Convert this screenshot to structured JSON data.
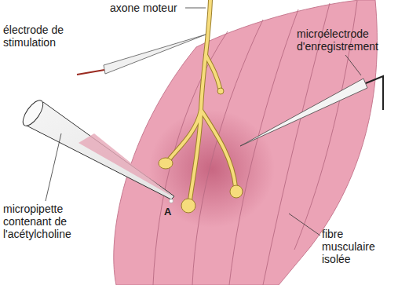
{
  "diagram": {
    "labels": [
      "axone moteur",
      "électrode de stimulation",
      "microélectrode d'enregistrement",
      "micropipette contenant de l'acétylcholine",
      "fibre musculaire isolée",
      "A"
    ]
  }
}
